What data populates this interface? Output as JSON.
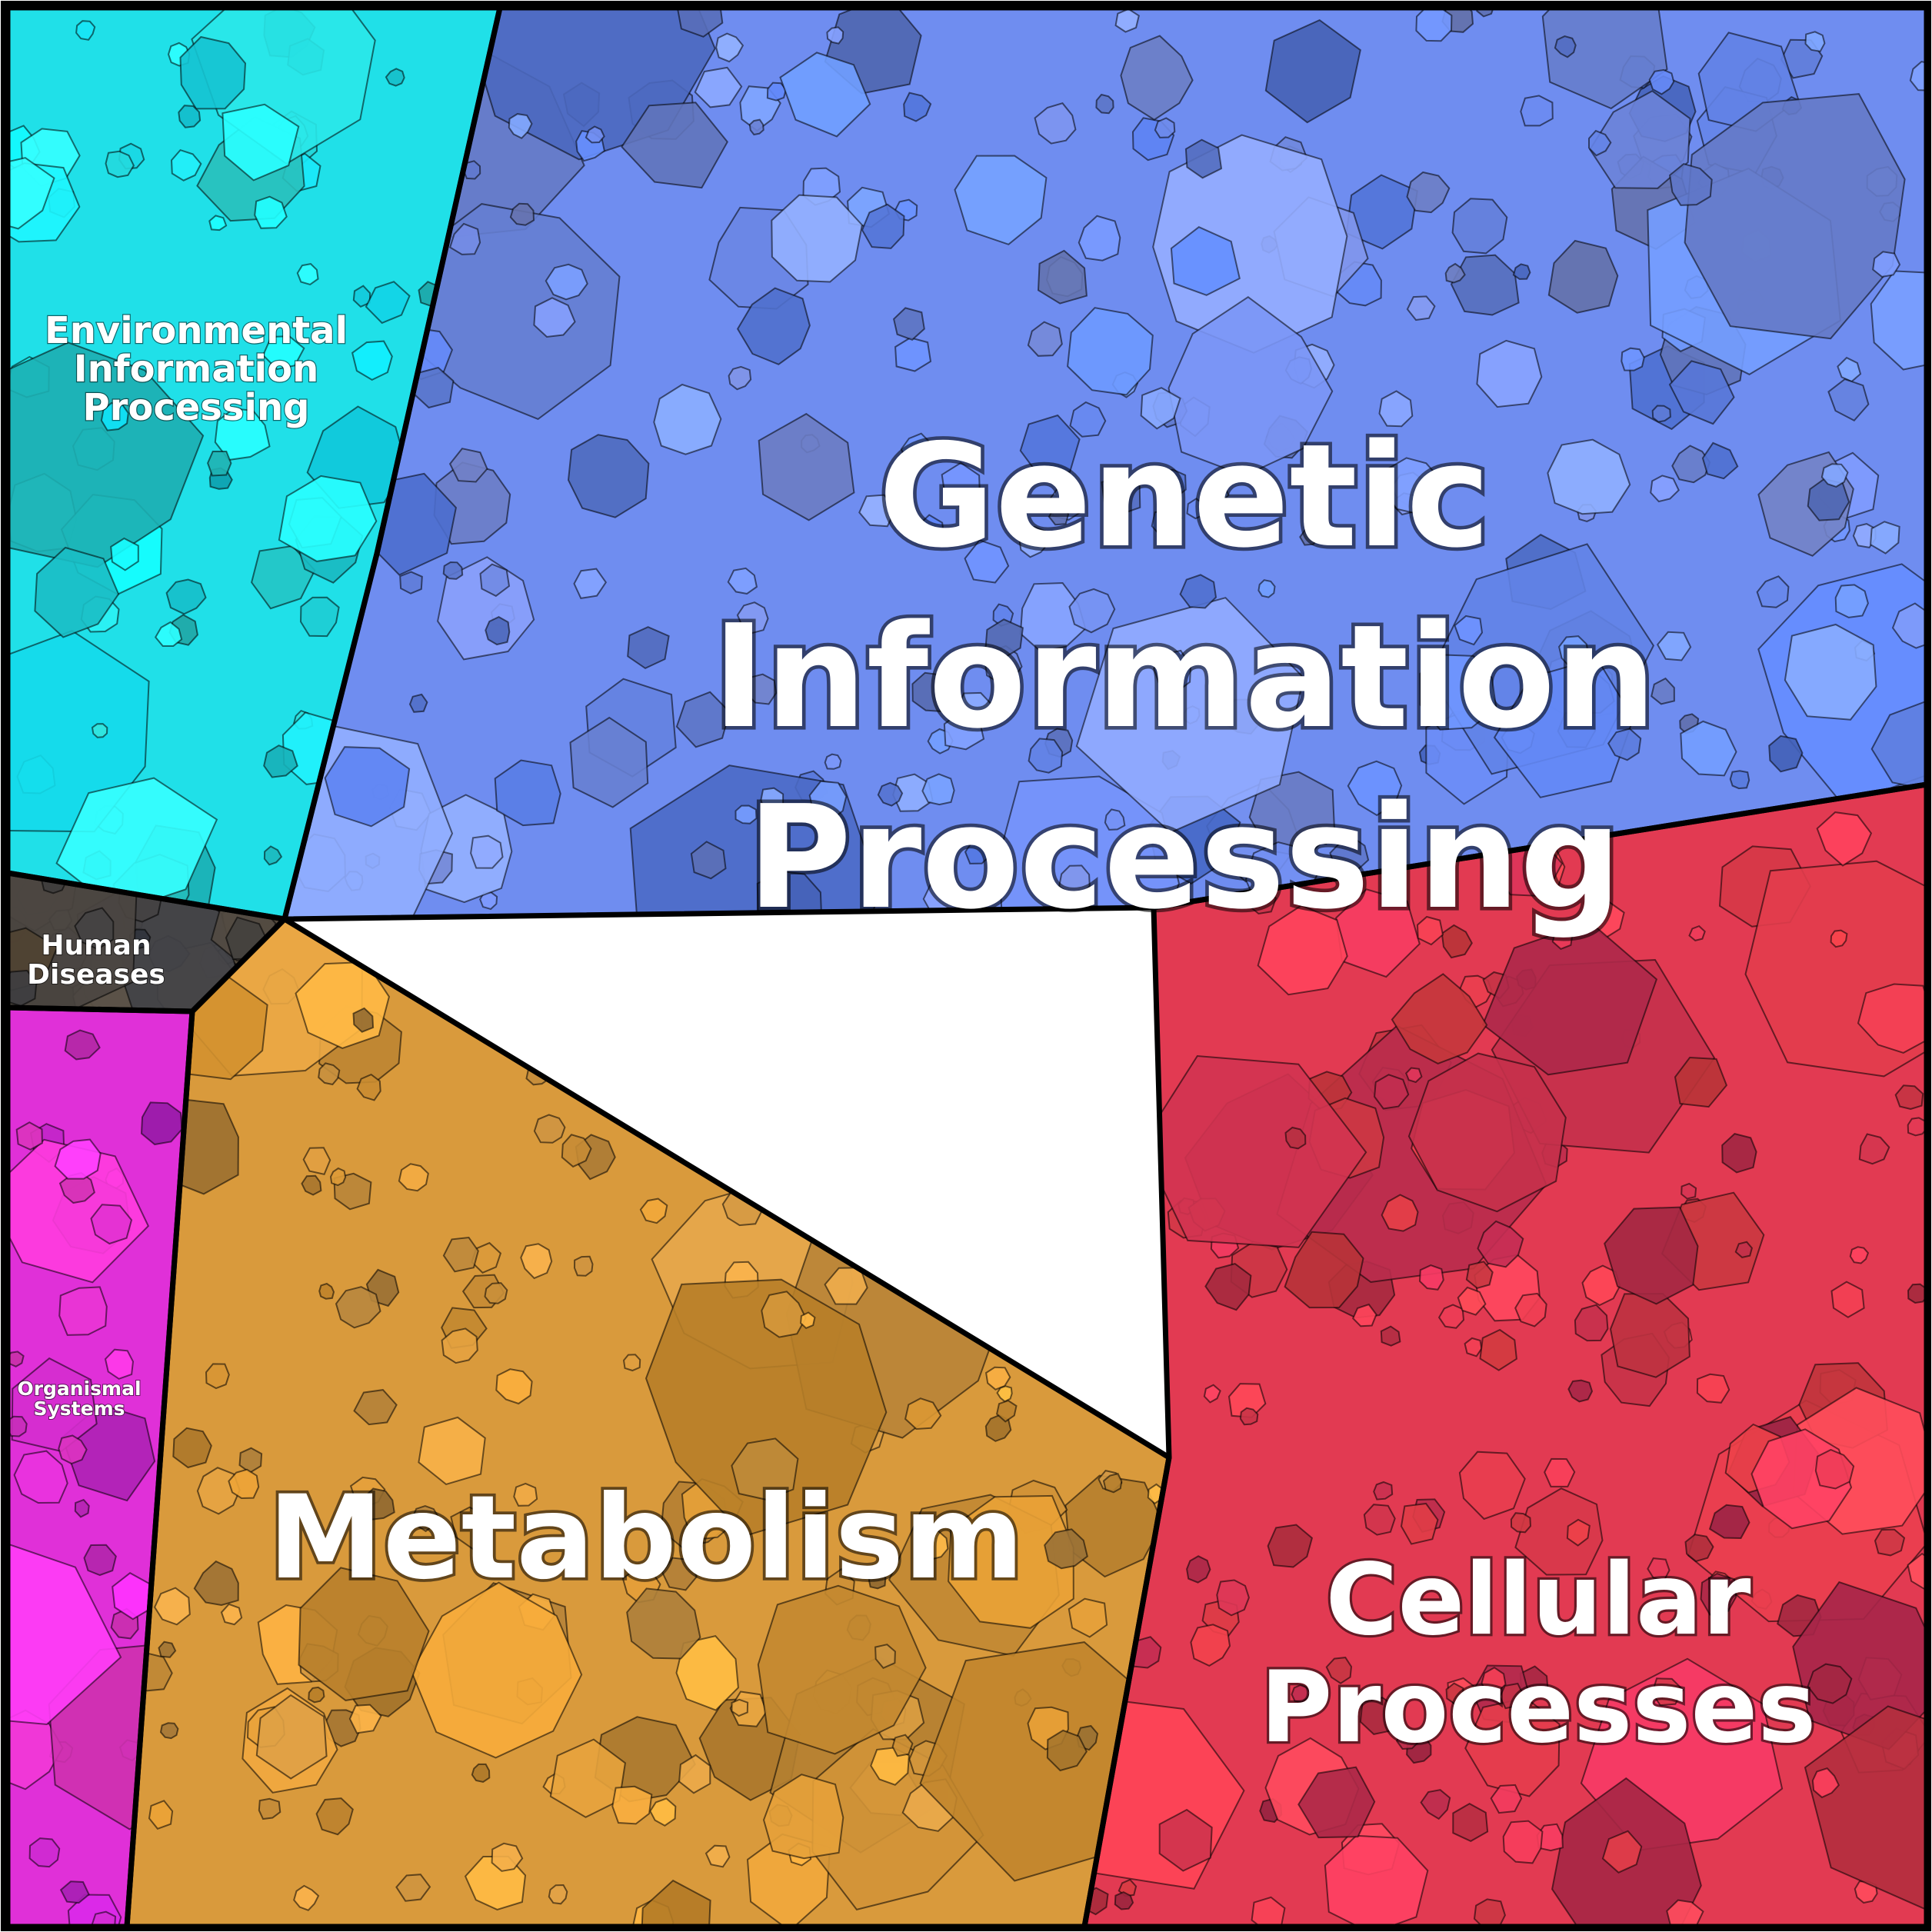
{
  "chart_data": {
    "type": "voronoi-treemap",
    "categories": [
      {
        "name": "Genetic Information Processing",
        "lines": [
          "Genetic",
          "Information",
          "Processing"
        ],
        "color": "#6f8df0"
      },
      {
        "name": "Metabolism",
        "lines": [
          "Metabolism"
        ],
        "color": "#d99a3c"
      },
      {
        "name": "Cellular Processes",
        "lines": [
          "Cellular",
          "Processes"
        ],
        "color": "#e23a52"
      },
      {
        "name": "Environmental Information Processing",
        "lines": [
          "Environmental",
          "Information",
          "Processing"
        ],
        "color": "#20e0e8"
      },
      {
        "name": "Human Diseases",
        "lines": [
          "Human",
          "Diseases"
        ],
        "color": "#4a4540"
      },
      {
        "name": "Organismal Systems",
        "lines": [
          "Organismal",
          "Systems"
        ],
        "color": "#e030d8"
      }
    ],
    "colors": {
      "background": "#ffffff",
      "border": "#000000",
      "label": "#ffffff"
    }
  }
}
